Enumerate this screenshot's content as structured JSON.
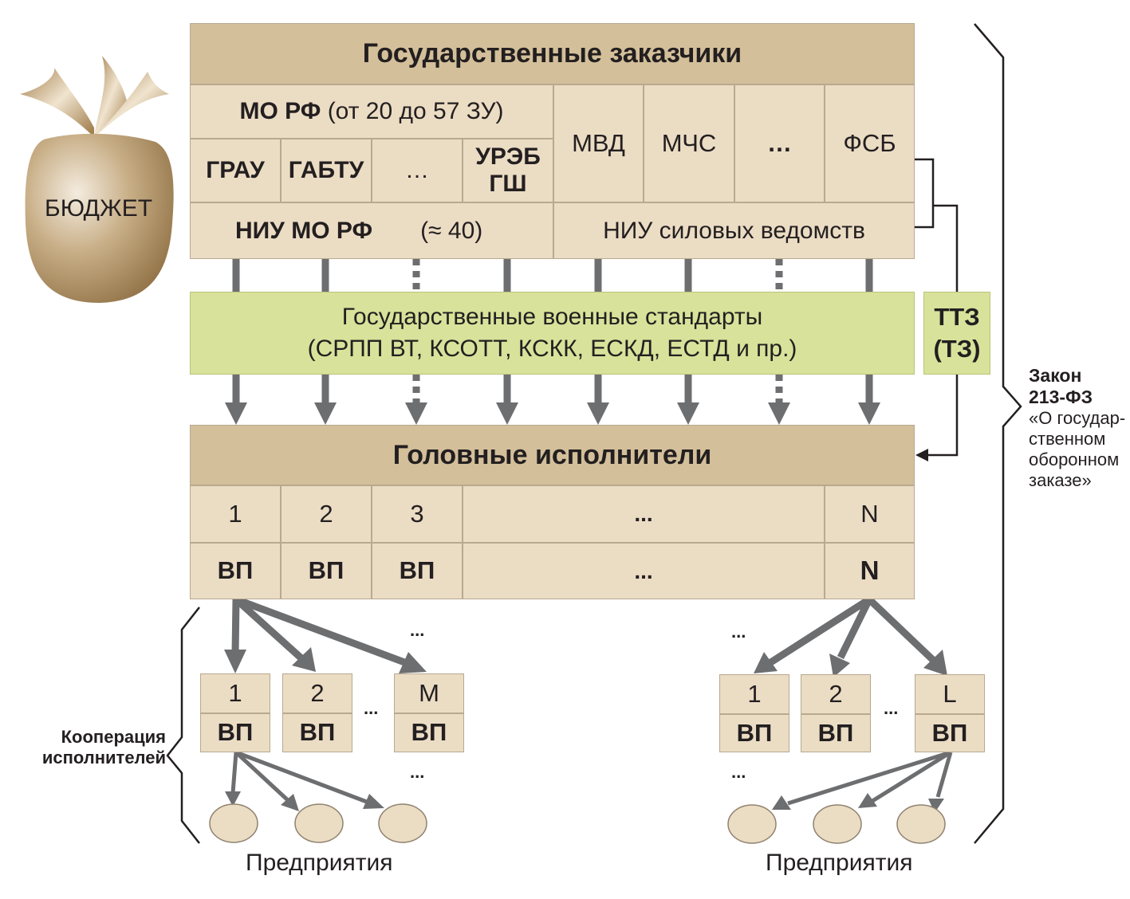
{
  "budget": "БЮДЖЕТ",
  "customers": {
    "title": "Государственные заказчики",
    "mo_bold": "МО РФ",
    "mo_rest": "(от 20 до 57 ЗУ)",
    "grau": "ГРАУ",
    "gabtu": "ГАБТУ",
    "dots": "…",
    "ureb_line1": "УРЭБ",
    "ureb_line2": "ГШ",
    "mvd": "МВД",
    "mchs": "МЧС",
    "fsb": "ФСБ",
    "niu_mo_bold": "НИУ МО РФ",
    "niu_mo_count": "(≈ 40)",
    "niu_sil": "НИУ силовых ведомств"
  },
  "standards": {
    "line1": "Государственные военные стандарты",
    "line2": "(СРПП ВТ, КСОТТ, КСКК, ЕСКД, ЕСТД и пр.)"
  },
  "ttz": {
    "line1": "ТТЗ",
    "line2": "(ТЗ)"
  },
  "contractors": {
    "title": "Головные исполнители",
    "nums": [
      "1",
      "2",
      "3",
      "...",
      "N"
    ],
    "vp": [
      "ВП",
      "ВП",
      "ВП",
      "...",
      "N"
    ]
  },
  "law": {
    "line1": "Закон",
    "line2": "213-ФЗ",
    "line3": "«О государ-",
    "line4": "ственном",
    "line5": "оборонном",
    "line6": "заказе»"
  },
  "cooperation": {
    "line1": "Кооперация",
    "line2": "исполнителей"
  },
  "left_sub": {
    "nums": [
      "1",
      "2",
      "M"
    ],
    "vp": "ВП",
    "dots": "..."
  },
  "right_sub": {
    "nums": [
      "1",
      "2",
      "L"
    ],
    "vp": "ВП",
    "dots": "..."
  },
  "enterprises": "Предприятия",
  "colors": {
    "header": "#d3bf9a",
    "cell": "#ebdcc4",
    "standards": "#d8e29a",
    "arrow": "#6d6e70",
    "budget_bag": "#a88a5e"
  },
  "icons": [
    "budget-bag-icon"
  ]
}
